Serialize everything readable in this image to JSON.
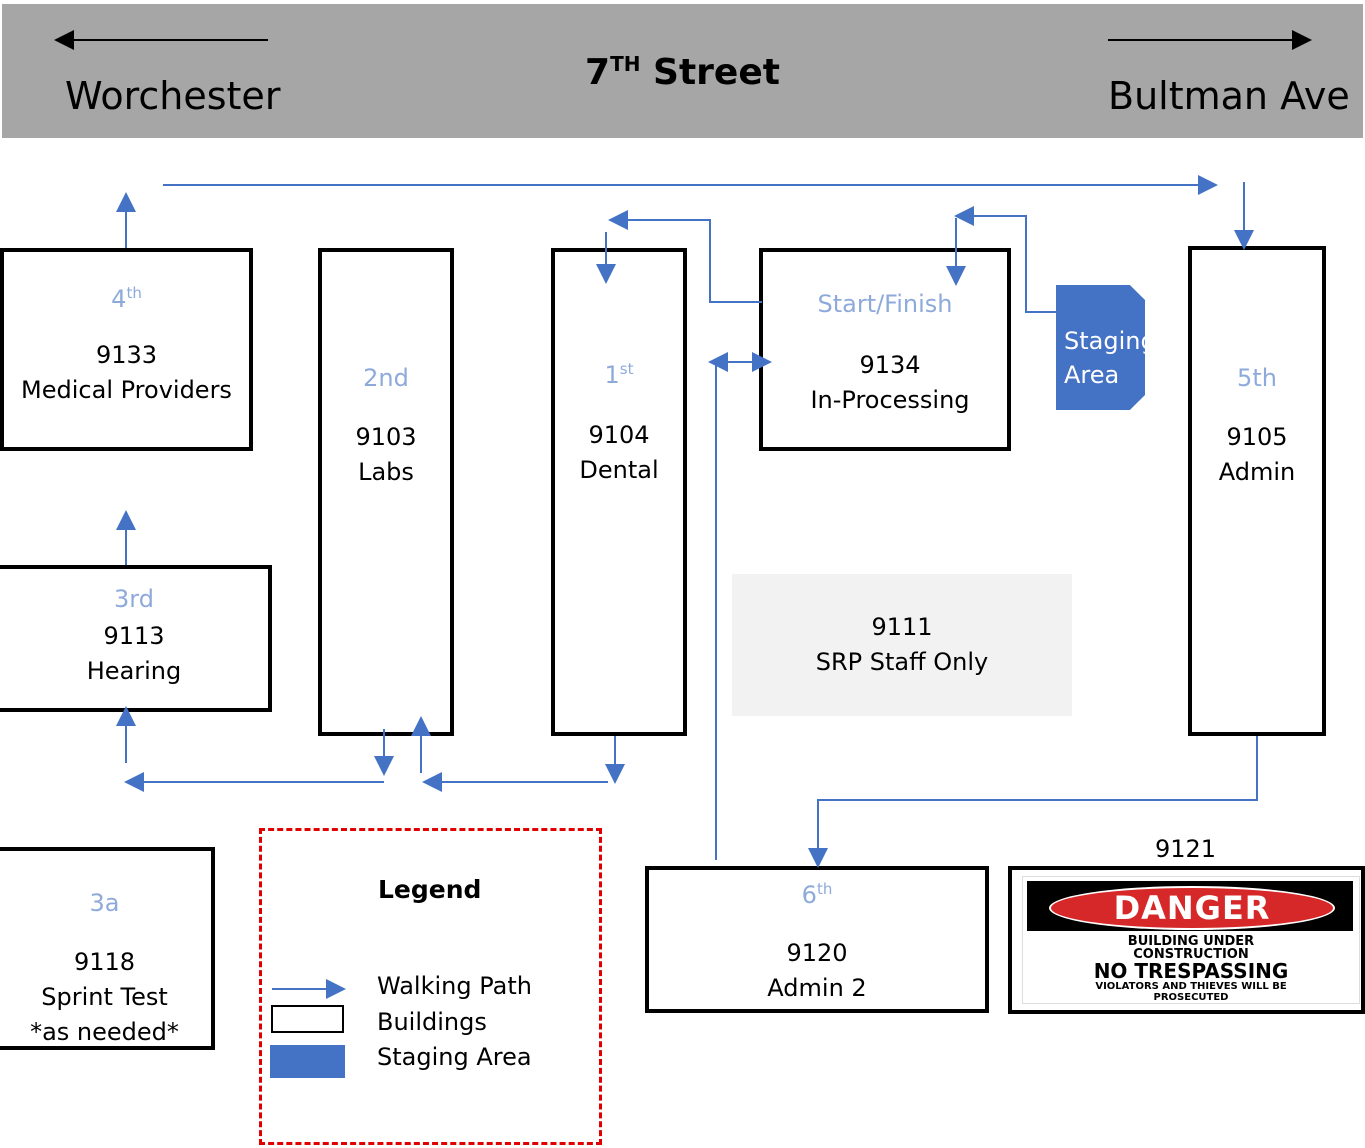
{
  "street": {
    "left_label": "Worchester",
    "title": "7",
    "title_sup": "TH",
    "title_suffix": " Street",
    "right_label": "Bultman Ave"
  },
  "buildings": {
    "b9133": {
      "order": "4",
      "order_sup": "th",
      "number": "9133",
      "name": "Medical Providers"
    },
    "b9103": {
      "order": "2nd",
      "number": "9103",
      "name": "Labs"
    },
    "b9104": {
      "order": "1",
      "order_sup": "st",
      "number": "9104",
      "name": "Dental"
    },
    "b9134": {
      "order": "Start/Finish",
      "number": "9134",
      "name": "In-Processing"
    },
    "b9105": {
      "order": "5th",
      "number": "9105",
      "name": "Admin"
    },
    "b9113": {
      "order": "3rd",
      "number": "9113",
      "name": "Hearing"
    },
    "b9118": {
      "order": "3a",
      "number": "9118",
      "name": "Sprint Test",
      "note": "*as needed*"
    },
    "b9120": {
      "order": "6",
      "order_sup": "th",
      "number": "9120",
      "name": "Admin 2"
    },
    "b9111": {
      "number": "9111",
      "name": "SRP Staff Only"
    },
    "b9121": {
      "number": "9121"
    }
  },
  "staging": {
    "line1": "Staging",
    "line2": "Area"
  },
  "legend": {
    "title": "Legend",
    "items": [
      "Walking Path",
      "Buildings",
      "Staging Area"
    ]
  },
  "danger_sign": {
    "header": "DANGER",
    "line1": "BUILDING UNDER",
    "line2": "CONSTRUCTION",
    "line3": "NO TRESPASSING",
    "line4": "VIOLATORS AND THIEVES WILL BE",
    "line5": "PROSECUTED"
  },
  "colors": {
    "path": "#4472c4",
    "order_text": "#8eaadb",
    "street": "#a6a6a6",
    "legend_border": "#e00000",
    "danger_red": "#d62828"
  }
}
